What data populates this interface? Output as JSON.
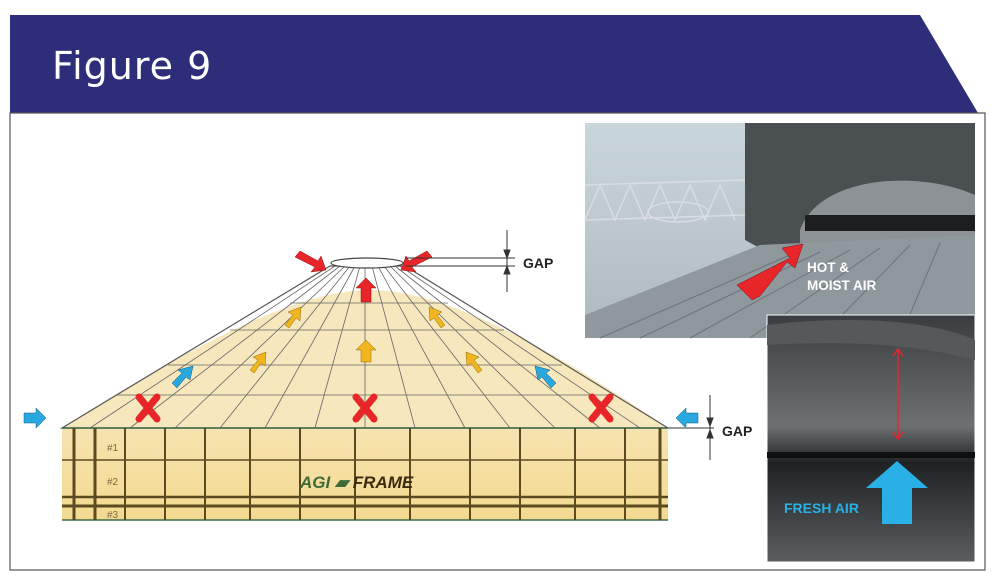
{
  "header": {
    "title": "Figure 9"
  },
  "diagram": {
    "roof_gap_label": "GAP",
    "eave_gap_label": "GAP",
    "brand_left": "AGI",
    "brand_right": "FRAME",
    "ring_labels": [
      "#1",
      "#2",
      "#3"
    ]
  },
  "photos": {
    "top_label_line1": "HOT &",
    "top_label_line2": "MOIST AIR",
    "bottom_label": "FRESH AIR"
  },
  "colors": {
    "header": "#2e2d7a",
    "grain": "#f5deA0",
    "hot_arrow": "#e8262a",
    "fresh_arrow": "#29a8e0",
    "rise_arrow": "#f2b51e"
  }
}
